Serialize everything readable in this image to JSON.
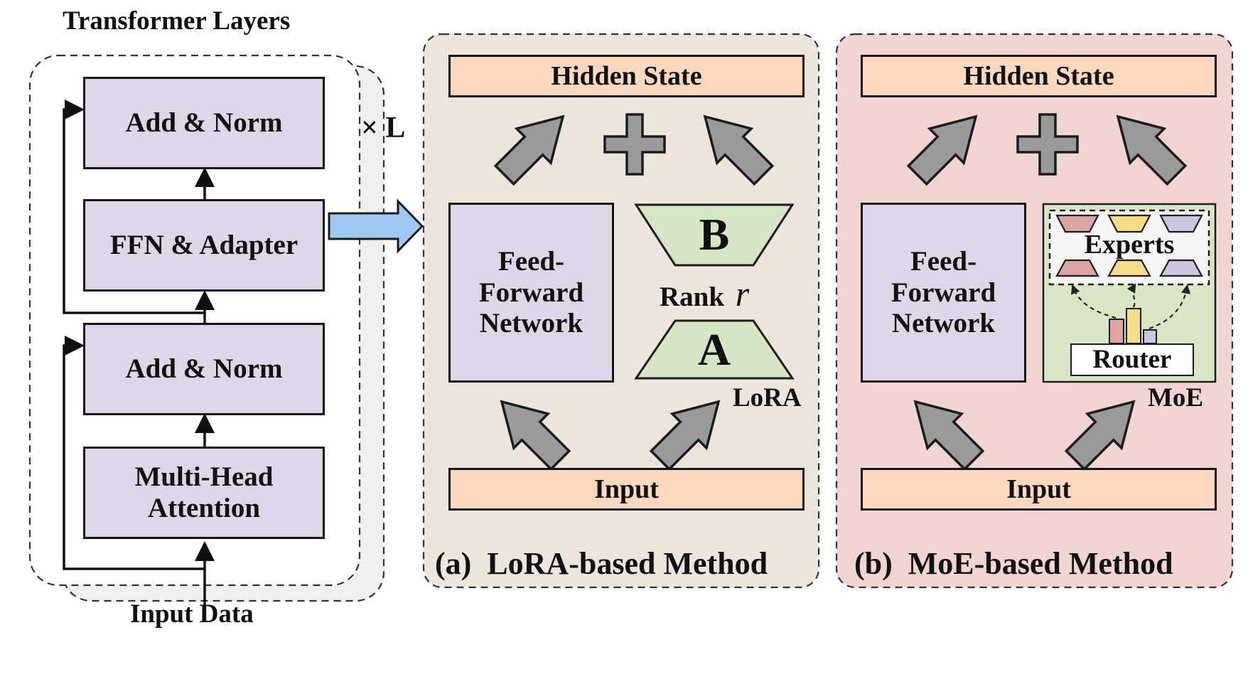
{
  "figure": {
    "transformer": {
      "title": "Transformer Layers",
      "repeat_label": "× L",
      "input_label": "Input Data",
      "blocks": [
        "Add & Norm",
        "FFN & Adapter",
        "Add & Norm",
        "Multi-Head\nAttention"
      ]
    },
    "lora_panel": {
      "caption": "(a)  LoRA-based Method",
      "output_label": "Hidden State",
      "input_label": "Input",
      "ffn_label": "Feed-\nForward\nNetwork",
      "matrix_b": "B",
      "matrix_a": "A",
      "rank_label": "Rank",
      "rank_symbol": "r",
      "module_label": "LoRA"
    },
    "moe_panel": {
      "caption": "(b)  MoE-based Method",
      "output_label": "Hidden State",
      "input_label": "Input",
      "ffn_label": "Feed-\nForward\nNetwork",
      "experts_label": "Experts",
      "router_label": "Router",
      "module_label": "MoE"
    }
  },
  "colors": {
    "block_fill": "#dcd6e6",
    "state_fill": "#fbd8bf",
    "lora_panel_bg": "#ece5de",
    "moe_panel_bg": "#f2d4d3",
    "matrix_fill": "#d6e5c3",
    "moe_module_bg": "#d8e6c6",
    "arrow_gray": "#9a9a9a",
    "flow_arrow_blue": "#9dc9f2",
    "expert_pink": "#dca4a4",
    "expert_yellow": "#f5dc8a",
    "expert_lavender": "#ccc6e2"
  },
  "icons": {
    "plus": "plus-icon",
    "thick_arrow": "thick-arrow-icon",
    "flow_arrow": "flow-arrow-icon"
  }
}
